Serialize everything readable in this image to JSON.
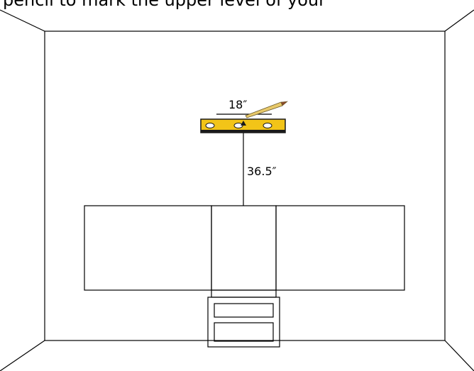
{
  "caption": {
    "partial_text": "pencil to mark the upper level of your"
  },
  "labels": {
    "width_measure": "18″",
    "height_measure": "36.5″"
  },
  "colors": {
    "level_body": "#f2c418",
    "level_trim": "#1a1a1a",
    "pencil_body": "#e8c96a",
    "pencil_tip": "#8a4b2a",
    "wall_line": "#000000"
  }
}
